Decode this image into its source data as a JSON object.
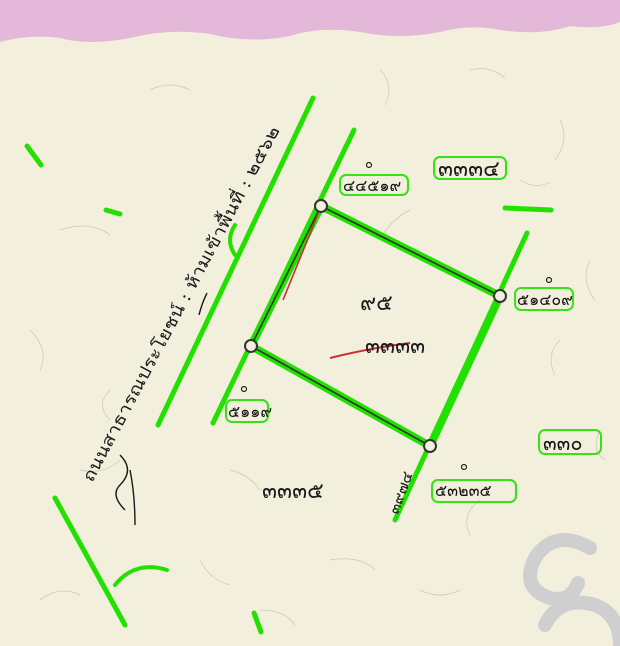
{
  "labels": {
    "road_text": "ถนนสาธารณประโยชน์ : ห้ามเข้าพื้นที่ : ๒๕๖๒",
    "corner_top": "๔๔๕๑๙",
    "corner_right": "๕๑๔๐๙",
    "corner_left": "๕๑๑๙",
    "corner_bottom": "๕๓๒๓๕",
    "parcel_top_right": "๓๓๓๔",
    "parcel_center_top": "๙๕",
    "parcel_center_bottom": "๓๓๓๓",
    "parcel_bottom_left": "๓๓๓๕",
    "parcel_far_right": "๓๓๐",
    "parcel_bottom_mid": "๓๙๗๔",
    "small_mark_top": "๐",
    "small_mark_right": "๐",
    "small_mark_left": "๐",
    "small_mark_bottom": "๐"
  },
  "colors": {
    "paper": "#f3efdd",
    "pink_band": "#e3b8d8",
    "marker_green": "#22e000",
    "ink": "#1a1a1a",
    "red_ink": "#c8302c",
    "watermark": "#cfcfcf"
  }
}
